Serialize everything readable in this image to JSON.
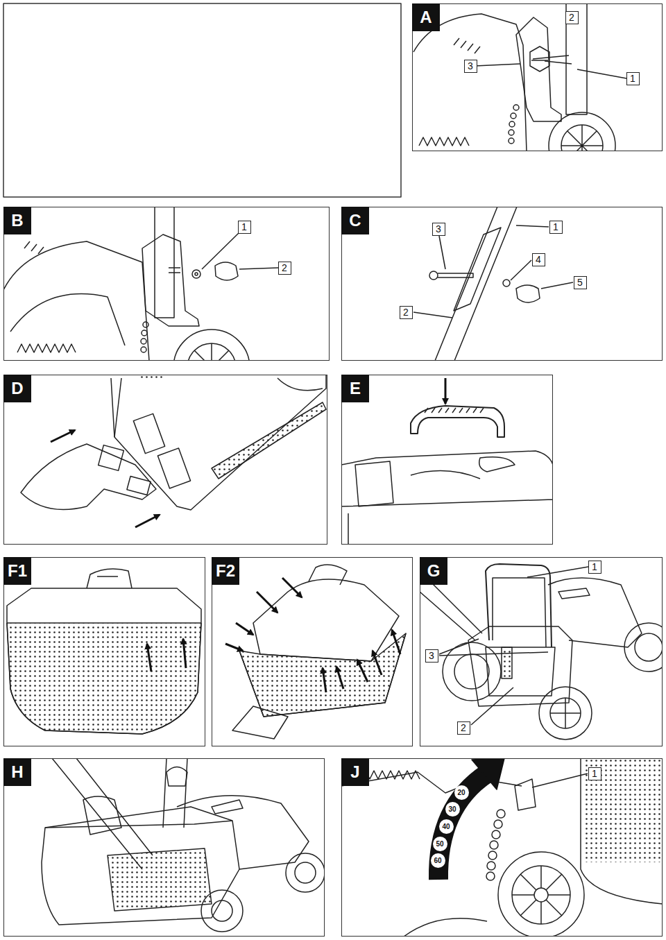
{
  "diagram": {
    "nodes": [
      {
        "text": [
          "A"
        ]
      },
      {
        "text": [
          "2"
        ],
        "in": 0
      },
      {
        "text": [
          "3"
        ],
        "in": 0
      },
      {
        "text": [
          "1"
        ],
        "in": 0
      },
      {
        "text": [
          "B"
        ]
      },
      {
        "text": [
          "1"
        ],
        "in": 4
      },
      {
        "text": [
          "2"
        ],
        "in": 4
      },
      {
        "text": [
          "C"
        ]
      },
      {
        "text": [
          "3"
        ],
        "in": 7
      },
      {
        "text": [
          "1"
        ],
        "in": 7
      },
      {
        "text": [
          "4"
        ],
        "in": 7
      },
      {
        "text": [
          "5"
        ],
        "in": 7
      },
      {
        "text": [
          "2"
        ],
        "in": 7
      },
      {
        "text": [
          "D"
        ]
      },
      {
        "text": [
          "E"
        ]
      },
      {
        "text": [
          "F1"
        ]
      },
      {
        "text": [
          "F2"
        ]
      },
      {
        "text": [
          "G"
        ]
      },
      {
        "text": [
          "1"
        ],
        "in": 17
      },
      {
        "text": [
          "3"
        ],
        "in": 17
      },
      {
        "text": [
          "2"
        ],
        "in": 17
      },
      {
        "text": [
          "H"
        ]
      },
      {
        "text": [
          "J"
        ]
      },
      {
        "text": [
          "1"
        ],
        "in": 22
      },
      {
        "text": [
          "20"
        ],
        "in": 22
      },
      {
        "text": [
          "30"
        ],
        "in": 22
      },
      {
        "text": [
          "40"
        ],
        "in": 22
      },
      {
        "text": [
          "50"
        ],
        "in": 22
      },
      {
        "text": [
          "60"
        ],
        "in": 22
      }
    ]
  }
}
